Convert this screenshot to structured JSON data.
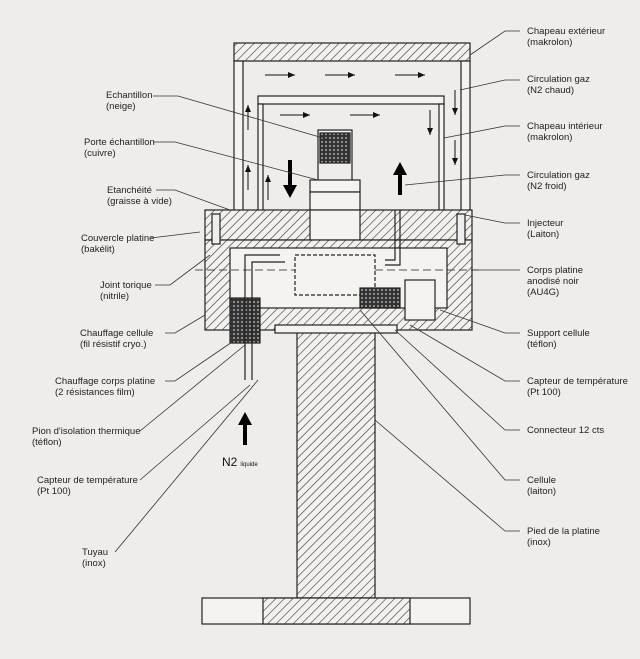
{
  "labels_left": [
    {
      "id": "echantillon",
      "line1": "Echantillon",
      "line2": "(neige)"
    },
    {
      "id": "porte-echantillon",
      "line1": "Porte échantillon",
      "line2": "(cuivre)"
    },
    {
      "id": "etancheite",
      "line1": "Etanchéité",
      "line2": "(graisse à vide)"
    },
    {
      "id": "couvercle",
      "line1": "Couvercle platine",
      "line2": "(bakélit)"
    },
    {
      "id": "joint",
      "line1": "Joint torique",
      "line2": "(nitrile)"
    },
    {
      "id": "chauffage-cellule",
      "line1": "Chauffage cellule",
      "line2": "(fil résistif cryo.)"
    },
    {
      "id": "chauffage-corps",
      "line1": "Chauffage corps platine",
      "line2": "(2 résistances film)"
    },
    {
      "id": "pion",
      "line1": "Pion d'isolation thermique",
      "line2": "(téflon)"
    },
    {
      "id": "capteur-bas",
      "line1": "Capteur de température",
      "line2": "(Pt 100)"
    },
    {
      "id": "tuyau",
      "line1": "Tuyau",
      "line2": "(inox)"
    }
  ],
  "labels_right": [
    {
      "id": "chapeau-ext",
      "line1": "Chapeau extérieur",
      "line2": "(makrolon)"
    },
    {
      "id": "circ-chaud",
      "line1": "Circulation gaz",
      "line2": "(N2 chaud)"
    },
    {
      "id": "chapeau-int",
      "line1": "Chapeau intérieur",
      "line2": "(makrolon)"
    },
    {
      "id": "circ-froid",
      "line1": "Circulation gaz",
      "line2": "(N2 froid)"
    },
    {
      "id": "injecteur",
      "line1": "Injecteur",
      "line2": "(Laiton)"
    },
    {
      "id": "corps",
      "line1": "Corps platine",
      "line2": "anodisé noir",
      "line3": "(AU4G)"
    },
    {
      "id": "support",
      "line1": "Support cellule",
      "line2": "(téflon)"
    },
    {
      "id": "capteur-haut",
      "line1": "Capteur de température",
      "line2": "(Pt 100)"
    },
    {
      "id": "connecteur",
      "line1": "Connecteur 12 cts"
    },
    {
      "id": "cellule",
      "line1": "Cellule",
      "line2": "(laiton)"
    },
    {
      "id": "pied",
      "line1": "Pied de la platine",
      "line2": "(inox)"
    }
  ],
  "n2_label": "N2",
  "n2_sub": "liquide"
}
